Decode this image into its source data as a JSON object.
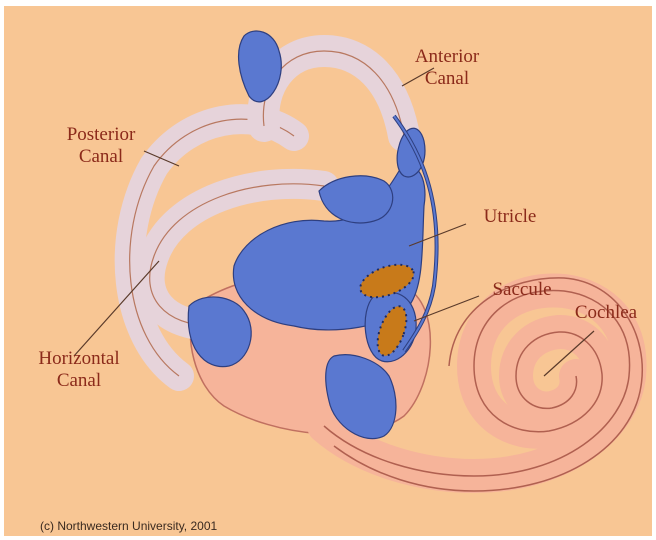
{
  "labels": {
    "anterior": "Anterior\nCanal",
    "posterior": "Posterior\nCanal",
    "utricle": "Utricle",
    "saccule": "Saccule",
    "cochlea": "Cochlea",
    "horizontal": "Horizontal\nCanal"
  },
  "copyright": "(c) Northwestern University, 2001",
  "colors": {
    "background": "#f8c694",
    "canal_fill": "#e8d6dc",
    "membrane_blue": "#5a78d0",
    "cochlea_pink": "#f6b49a",
    "otolith": "#c87a1a",
    "label_text": "#8b2a1a"
  }
}
